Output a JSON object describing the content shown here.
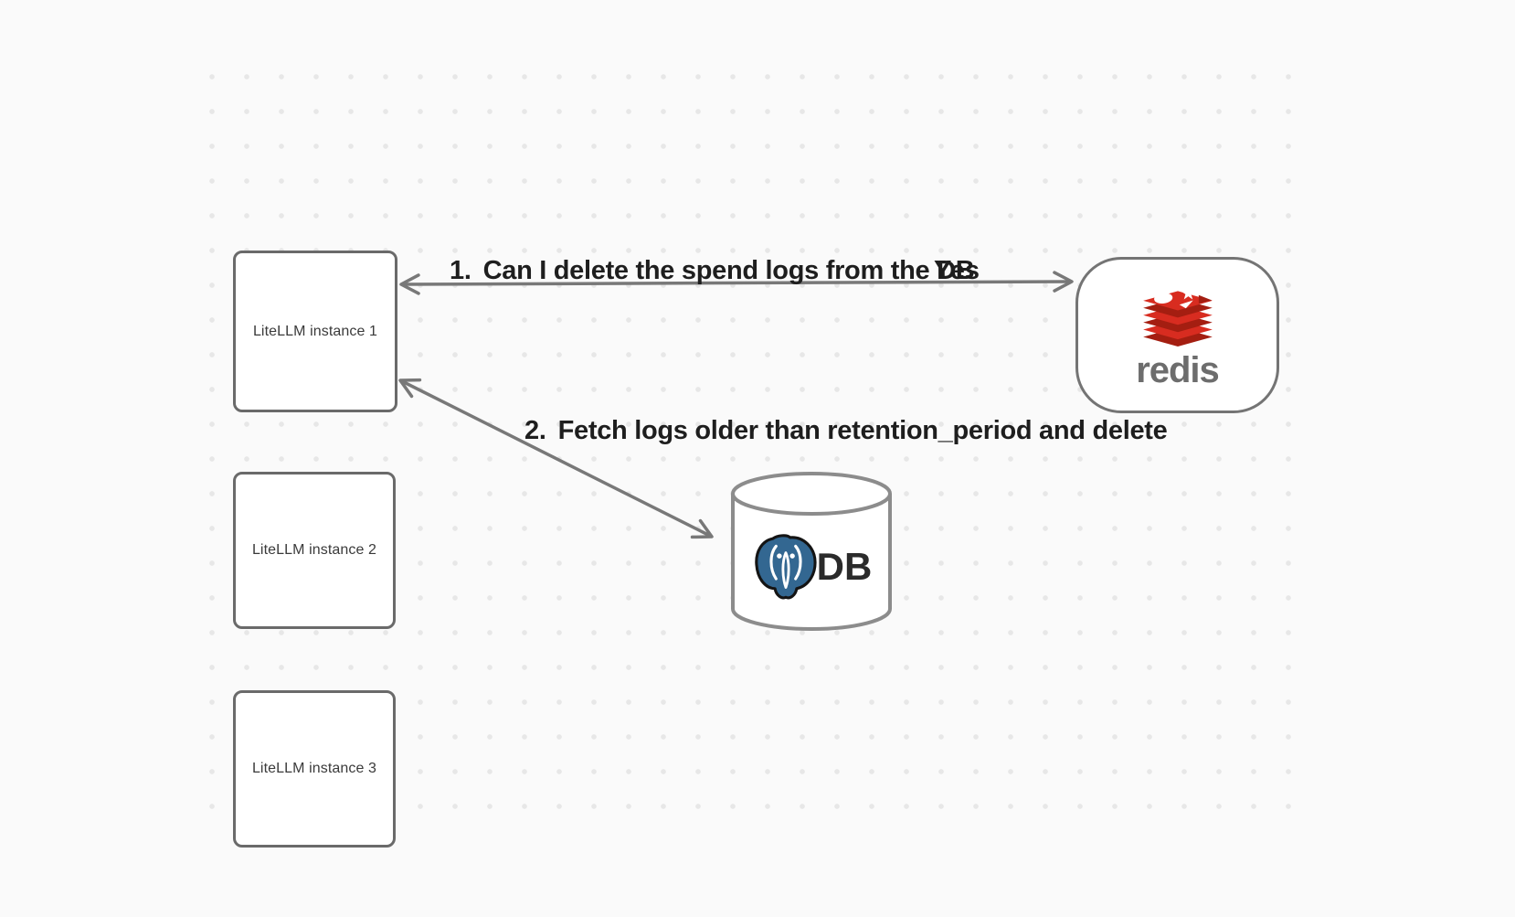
{
  "canvas": {
    "background": "#fafafa",
    "dot_color": "#e7e7e7"
  },
  "nodes": {
    "instances": [
      {
        "label": "LiteLLM instance 1"
      },
      {
        "label": "LiteLLM instance 2"
      },
      {
        "label": "LiteLLM instance 3"
      }
    ],
    "redis": {
      "wordmark": "redis"
    },
    "db": {
      "label": "DB"
    }
  },
  "arrows": [
    {
      "number": "1.",
      "text": "Can I delete the spend logs from the DB",
      "response": "Yes"
    },
    {
      "number": "2.",
      "text": "Fetch logs older than retention_period and delete"
    }
  ],
  "colors": {
    "arrow_stroke": "#787878",
    "box_border": "#6a6a6a",
    "cylinder_stroke": "#8c8c8c",
    "redis_red": "#d82c20",
    "redis_dark_red": "#a41e11",
    "redis_wordmark_gray": "#6d6d6d",
    "postgres_blue": "#336791",
    "label_text": "#1e1e1e"
  }
}
